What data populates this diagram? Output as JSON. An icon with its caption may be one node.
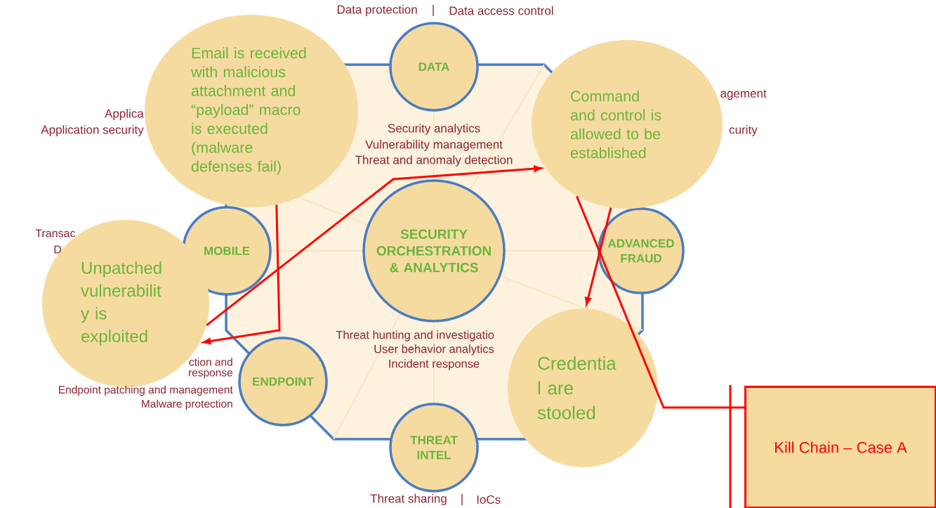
{
  "diagram": {
    "nodes": [
      {
        "text": [
          "DATA"
        ]
      },
      {
        "text": [
          "MOBILE"
        ]
      },
      {
        "text": [
          "SECURITY ORCHESTRATION & ANALYTICS"
        ]
      },
      {
        "text": [
          "ADVANCED FRAUD"
        ]
      },
      {
        "text": [
          "ENDPOINT"
        ]
      },
      {
        "text": [
          "THREAT INTEL"
        ]
      },
      {
        "text": [
          "Email is received with malicious attachment and “payload” macro is executed (malware defenses fail)"
        ]
      },
      {
        "text": [
          "Command and control is allowed to be established"
        ]
      },
      {
        "text": [
          "Unpatched vulnerabilit y is exploited"
        ]
      },
      {
        "text": [
          "Credentia l are stooled"
        ]
      },
      {
        "text": [
          "Kill Chain – Case A"
        ]
      }
    ],
    "edges": [
      {
        "from": 6,
        "to": 8,
        "arrow": "to"
      },
      {
        "from": 8,
        "to": 7,
        "arrow": "to"
      },
      {
        "from": 7,
        "to": 9,
        "arrow": "to"
      },
      {
        "from": 10,
        "to": 7,
        "arrow": "none"
      }
    ],
    "labels": [
      "Data protection",
      "|",
      "Data access control",
      "agement",
      "Applica",
      "Application security",
      "curity",
      "Security analytics",
      "Vulnerability management",
      "Threat and anomaly detection",
      "Transac",
      "D",
      "Threat hunting and investigatio",
      "User behavior analytics",
      "Incident response",
      "ction and",
      "response",
      "Endpoint patching and management",
      "Malware protection",
      "Threat sharing",
      "|",
      "IoCs"
    ]
  }
}
